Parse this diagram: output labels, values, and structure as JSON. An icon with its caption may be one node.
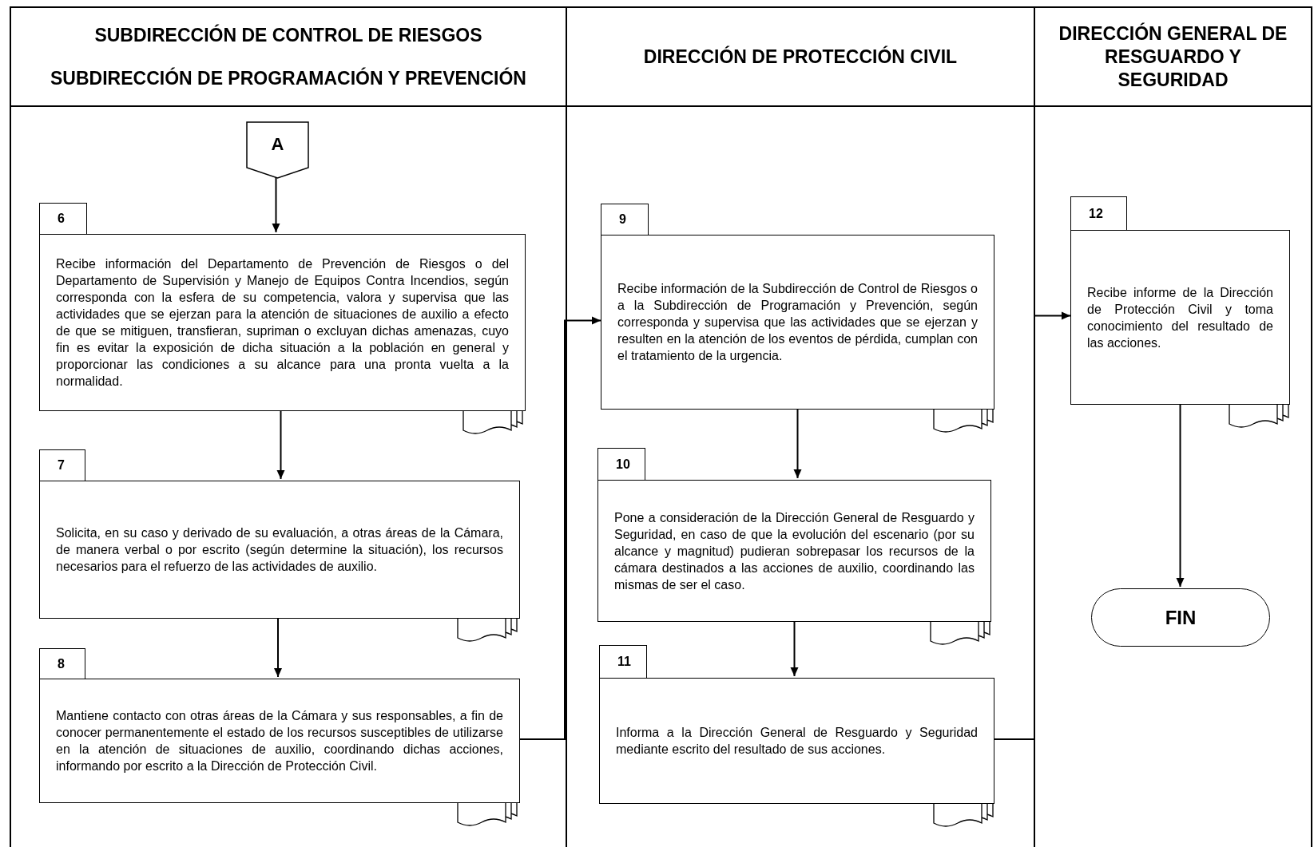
{
  "diagram": {
    "nodes": [
      {
        "text": [
          "SUBDIRECCIÓN DE CONTROL DE RIESGOS",
          "SUBDIRECCIÓN DE PROGRAMACIÓN Y PREVENCIÓN"
        ]
      },
      {
        "text": [
          "DIRECCIÓN DE PROTECCIÓN CIVIL"
        ]
      },
      {
        "text": [
          "DIRECCIÓN GENERAL DE RESGUARDO Y SEGURIDAD"
        ]
      },
      {
        "text": [
          "A"
        ],
        "in": 0
      },
      {
        "text": [
          "6",
          "Recibe información del Departamento de Prevención de Riesgos o del Departamento de Supervisión y Manejo de Equipos Contra Incendios, según corresponda con la esfera de su competencia, valora y supervisa que las actividades que se ejerzan para la atención de situaciones de auxilio a efecto de que se  mitiguen, transfieran, supriman o excluyan dichas amenazas, cuyo fin es evitar la exposición de dicha situación a la población en general y proporcionar las condiciones a su alcance para una pronta vuelta a la normalidad."
        ],
        "in": 0
      },
      {
        "text": [
          "7",
          "Solicita, en su caso y derivado de su evaluación, a otras áreas de la Cámara, de manera verbal o por escrito (según determine la situación), los recursos necesarios para el refuerzo de las actividades de auxilio."
        ],
        "in": 0
      },
      {
        "text": [
          "8",
          "Mantiene contacto con otras áreas de la Cámara y sus responsables, a fin de conocer permanentemente el estado de los recursos susceptibles de utilizarse en la atención de situaciones de auxilio, coordinando dichas acciones, informando por escrito a la Dirección de Protección Civil."
        ],
        "in": 0
      },
      {
        "text": [
          "9",
          "Recibe información de la Subdirección de Control de Riesgos o a la Subdirección de Programación y Prevención, según corresponda y supervisa que las actividades que se ejerzan y resulten en la atención de los eventos de pérdida, cumplan con el tratamiento de la urgencia."
        ],
        "in": 1
      },
      {
        "text": [
          "10",
          "Pone a consideración de la Dirección General de Resguardo y Seguridad, en caso de que la evolución del escenario (por su alcance y magnitud) pudieran sobrepasar los recursos de la cámara destinados a las acciones de auxilio, coordinando las mismas de ser el caso."
        ],
        "in": 1
      },
      {
        "text": [
          "11",
          "Informa a la Dirección General de Resguardo y Seguridad mediante escrito del resultado de sus acciones."
        ],
        "in": 1
      },
      {
        "text": [
          "12",
          "Recibe informe de la Dirección de Protección Civil y toma conocimiento del resultado de las acciones."
        ],
        "in": 2
      },
      {
        "text": [
          "FIN"
        ],
        "in": 2
      }
    ],
    "edges": [
      {
        "from": 3,
        "to": 4,
        "arrow": "to"
      },
      {
        "from": 4,
        "to": 5,
        "arrow": "to"
      },
      {
        "from": 5,
        "to": 6,
        "arrow": "to"
      },
      {
        "from": 6,
        "to": 7,
        "arrow": "to"
      },
      {
        "from": 7,
        "to": 8,
        "arrow": "to"
      },
      {
        "from": 8,
        "to": 9,
        "arrow": "to"
      },
      {
        "from": 9,
        "to": 10,
        "arrow": "to"
      },
      {
        "from": 10,
        "to": 11,
        "arrow": "to"
      }
    ]
  }
}
